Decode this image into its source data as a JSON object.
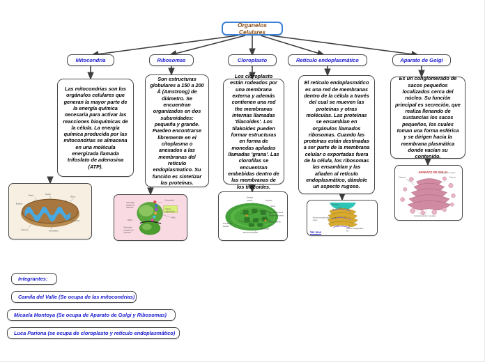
{
  "map": {
    "root": {
      "label": "Organelos Celulares"
    },
    "branches": [
      {
        "topic": "Mitocondria",
        "description": "Las mitocondrias son los orgánulos celulares que generan la mayor parte de la energía química necesaria para activar las reacciones bioquímicas de la célula. La energía química producida por las mitocondrias se almacena en una molécula energizada llamada trifosfato de adenosina (ATP).",
        "image": {
          "name": "mitochondria-diagram",
          "background": "#f6efe2",
          "body_color": "#b98a4e",
          "cristae_color": "#4aa8e0"
        }
      },
      {
        "topic": "Ribosomas",
        "description": "Son estructuras globulares a 150 a 200 Å (Amstrong) de diámetro. Se encuentran organizados en dos subunidades: pequeña y grande. Pueden encontrarse libremente en el citoplasma o anexados a las membranas del retículo endoplasmatico. Su función es sintetizar las proteínas.",
        "image": {
          "name": "ribosome-diagram",
          "background": "#f9d9e2",
          "body_color": "#58a63c",
          "cristae_color": "#8fc96a"
        }
      },
      {
        "topic": "Cloroplasto",
        "description": "Los cloroplasto están rodeados por una membrana externa y además contienen una red the membranas internas llamadas 'tilacoides'. Los tilakoides pueden formar estructuras en forma de monedas apiladas llamadas 'grana'. Las clorofilas se encuentran embebidas dentro de las membranas de los tilacoides.",
        "image": {
          "name": "chloroplast-diagram",
          "background": "#ffffff",
          "body_color": "#45a03a",
          "cristae_color": "#2f7a28"
        }
      },
      {
        "topic": "Retículo endoplasmático",
        "description": "El retículo endoplasmático es una red de membranas dentro de la célula a través del cual se mueven las proteínas y otras moléculas. Las proteínas se ensamblan en orgánulos llamados ribosomas. Cuando las proteínas están destinadas a ser parte de la membrana celular o exportadas fuera de la célula, los ribosomas las ensamblan y las añaden al retículo endoplasmático, dándole un aspecto rugoso.",
        "image": {
          "name": "endoplasmic-reticulum-diagram",
          "background": "#ffffff",
          "body_color": "#d8ab2e",
          "cristae_color": "#2ec4b6",
          "caption": "Ver mas"
        }
      },
      {
        "topic": "Aparato de Golgi",
        "description": "Es un conglomerado de sacos pequeños localizados cerca del núcleo. Su función principal es secreción, que realiza llenando de sustancias los sacos pequeños, los cuales toman una forma esférica y se dirigen hacia la membrana plasmática donde vacían su contenido.",
        "image": {
          "name": "golgi-apparatus-diagram",
          "background": "#ffffff",
          "body_color": "#c9738e",
          "cristae_color": "#e3a5b8",
          "title": "GOLGI"
        }
      }
    ],
    "members": [
      {
        "label": "Integrantes:"
      },
      {
        "label": "Camila del Valle (Se ocupa de las mitocondrias)"
      },
      {
        "label": "Micaela Montoya (Se ocupa de Aparato de Golgi y Ribosomas)"
      },
      {
        "label": "Luca Pariona (se ocupa de cloroplasto y retículo endoplasmático)"
      }
    ],
    "colors": {
      "root_border": "#3b82d6",
      "root_text": "#8a4b10",
      "topic_text": "#1a1ad0",
      "node_border": "#4a4a4a",
      "edge": "#3d3d3d",
      "canvas_background": "#ffffff"
    }
  }
}
